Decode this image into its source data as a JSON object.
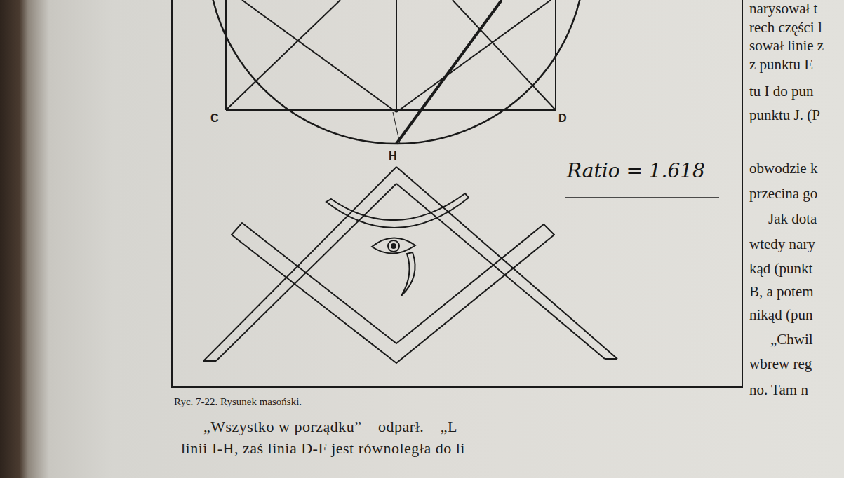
{
  "diagram": {
    "caption": "Ryc. 7-22. Rysunek masoński.",
    "labels": [
      "C",
      "D",
      "H",
      "Ratio = 1.618",
      "narysował t",
      "rech części l",
      "sował linie z",
      "z punktu E",
      "tu I do pun",
      "punktu J. (P",
      "obwodzie k",
      "przecina go",
      "Jak dota",
      "wtedy nary",
      "kąd (punkt",
      "B, a potem",
      "nikąd (pun",
      "„Chwil",
      "wbrew reg",
      "no. Tam n",
      "„Wszystko w porządku” – odparł. – „L",
      "linii I-H, zaś linia D-F jest równoległa do li"
    ]
  }
}
